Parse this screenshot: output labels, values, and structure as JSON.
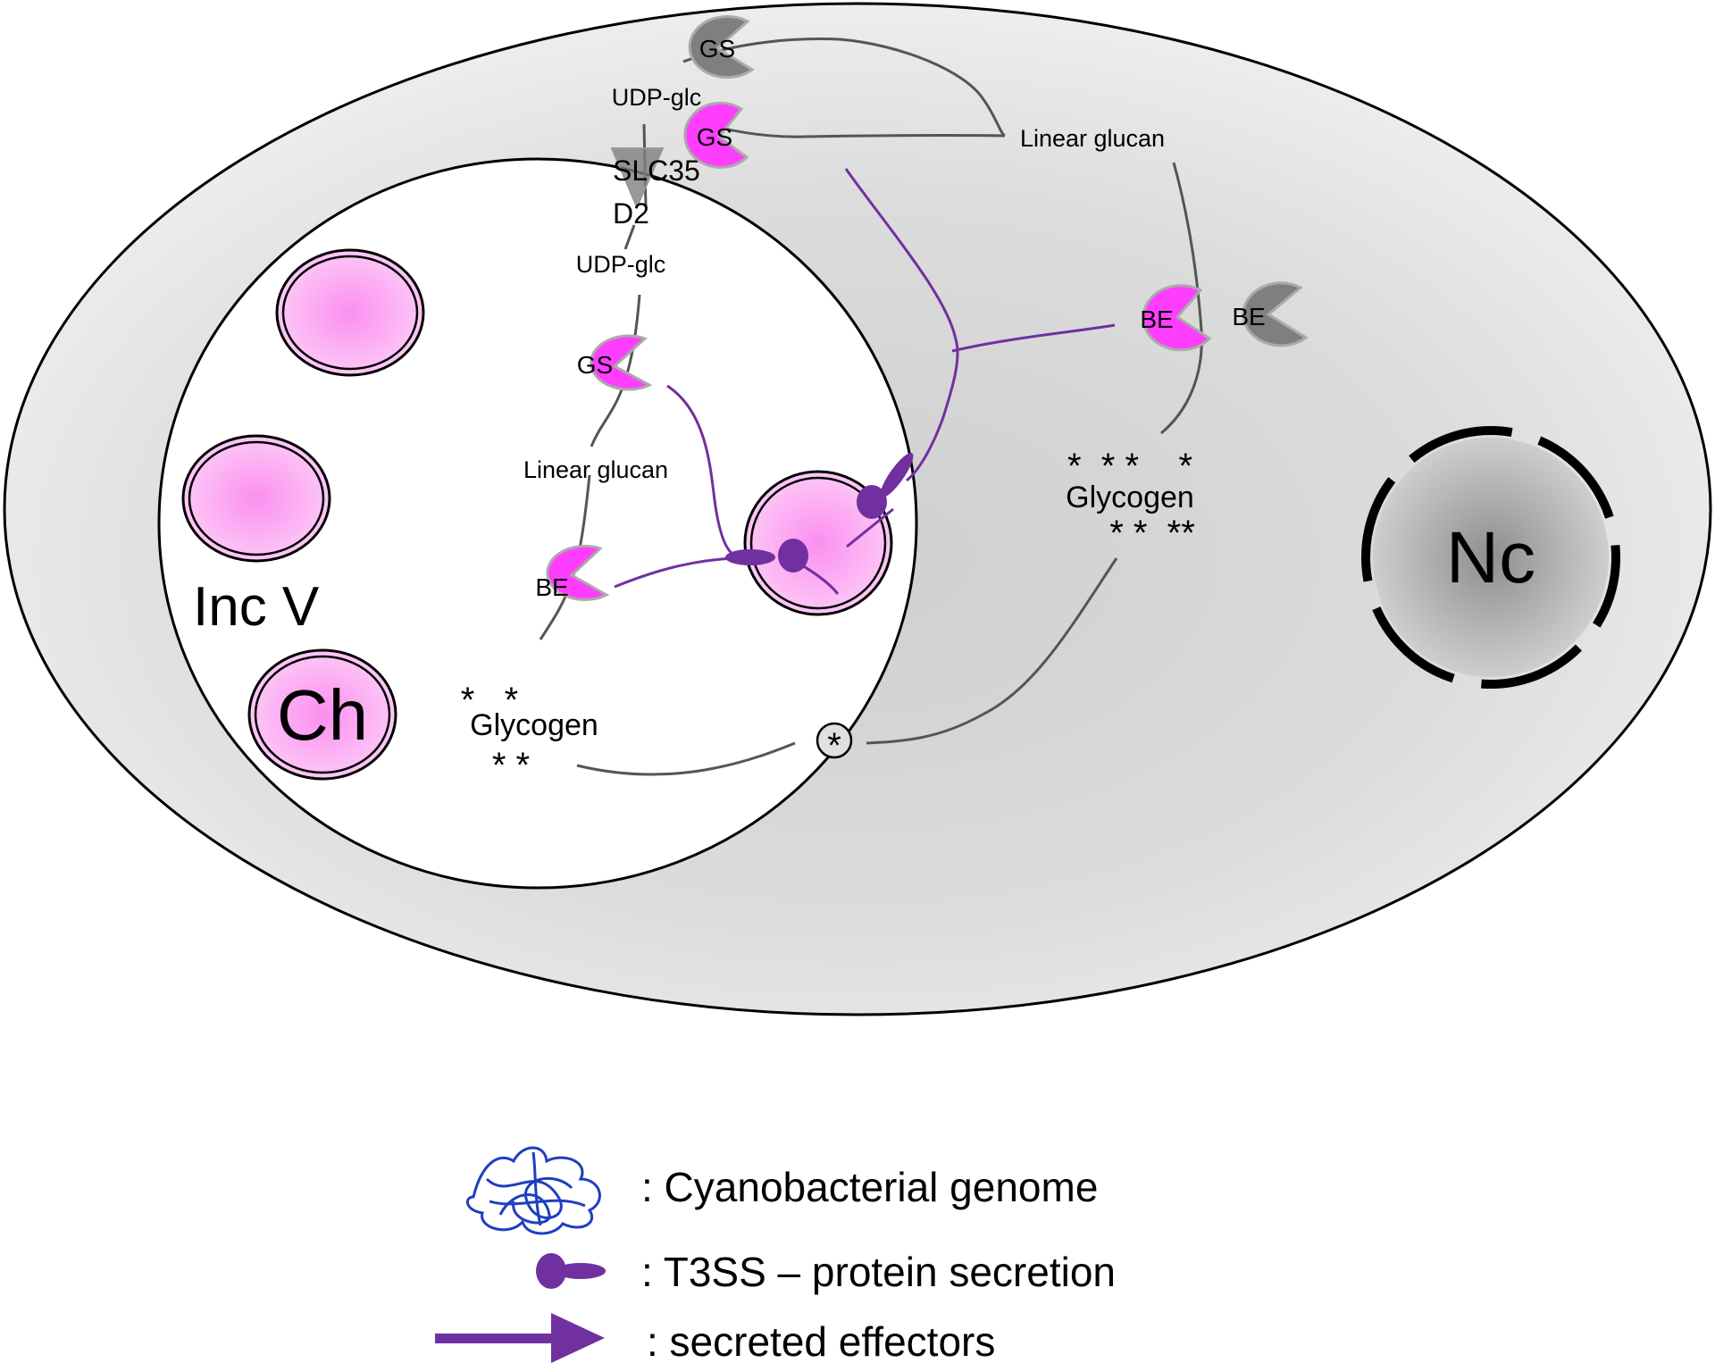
{
  "figure": {
    "host_cell": {
      "nucleus_label": "Nc"
    },
    "inclusion": {
      "label": "Inc V",
      "chlamydia_label": "Ch"
    },
    "cytosol": {
      "udp_glc_label": "UDP-glc",
      "transporter_label_line1": "SLC35",
      "transporter_label_line2": "D2",
      "linear_glucan_label": "Linear glucan",
      "glycogen_label": "Glycogen",
      "glycogen_stars_top": "*  * *    *",
      "glycogen_stars_bottom": "* *  **",
      "host_gs_label": "GS",
      "bacterial_gs_label": "GS",
      "bacterial_be_label": "BE",
      "host_be_label": "BE"
    },
    "lumen": {
      "udp_glc_label": "UDP-glc",
      "gs_label": "GS",
      "linear_glucan_label": "Linear glucan",
      "be_label": "BE",
      "glycogen_label": "Glycogen",
      "glycogen_stars_top": "*   *",
      "glycogen_stars_bottom": "* *",
      "import_marker": "*"
    }
  },
  "legend": {
    "items": [
      {
        "symbol": "cyanobacterial-genome-icon",
        "label": ": Cyanobacterial genome"
      },
      {
        "symbol": "t3ss-icon",
        "label": ": T3SS – protein secretion"
      },
      {
        "symbol": "arrow-icon",
        "label": ": secreted effectors"
      }
    ]
  },
  "colors": {
    "bacterial_enzyme": "#ff3dff",
    "host_enzyme": "#7f7f7f",
    "effector_purple": "#7030a0",
    "genome_blue": "#1f3fbf",
    "cytosol_gray": "#e6e6e6",
    "pathway_line": "#555555"
  }
}
